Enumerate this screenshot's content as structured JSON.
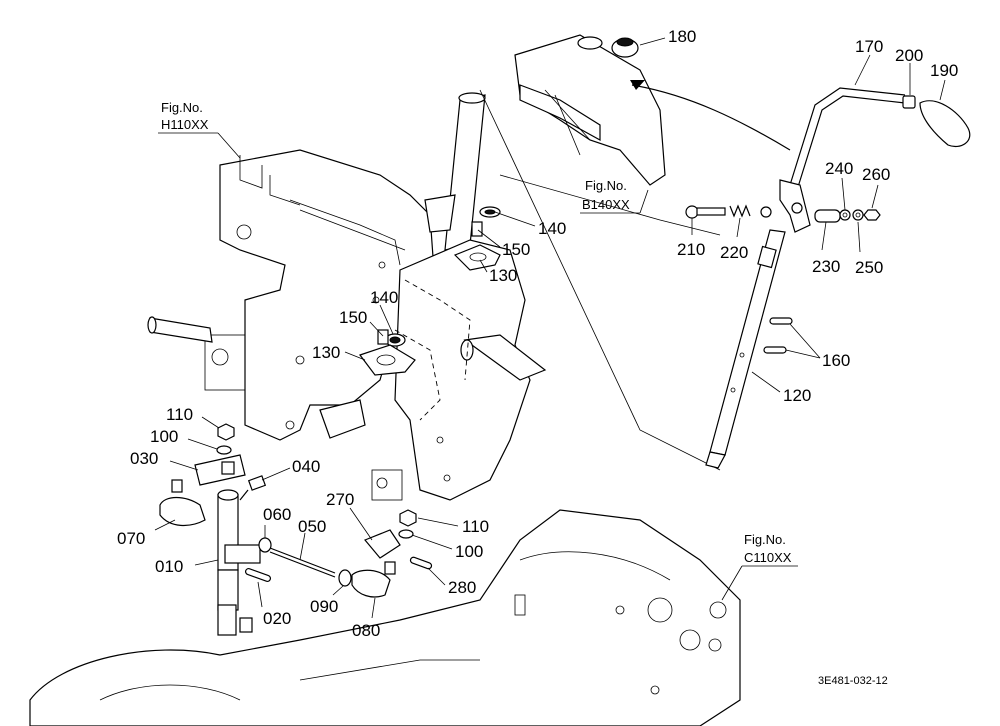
{
  "figure_code": "3E481-032-12",
  "fig_refs": [
    {
      "id": "h110",
      "line1": "Fig.No.",
      "line2": "H110XX"
    },
    {
      "id": "b140",
      "line1": "Fig.No.",
      "line2": "B140XX"
    },
    {
      "id": "c110",
      "line1": "Fig.No.",
      "line2": "C110XX"
    }
  ],
  "part_labels": [
    {
      "id": "p180",
      "text": "180"
    },
    {
      "id": "p170",
      "text": "170"
    },
    {
      "id": "p200",
      "text": "200"
    },
    {
      "id": "p190",
      "text": "190"
    },
    {
      "id": "p240",
      "text": "240"
    },
    {
      "id": "p260",
      "text": "260"
    },
    {
      "id": "p140a",
      "text": "140"
    },
    {
      "id": "p150a",
      "text": "150"
    },
    {
      "id": "p130a",
      "text": "130"
    },
    {
      "id": "p210",
      "text": "210"
    },
    {
      "id": "p220",
      "text": "220"
    },
    {
      "id": "p230",
      "text": "230"
    },
    {
      "id": "p250",
      "text": "250"
    },
    {
      "id": "p140b",
      "text": "140"
    },
    {
      "id": "p150b",
      "text": "150"
    },
    {
      "id": "p130b",
      "text": "130"
    },
    {
      "id": "p160",
      "text": "160"
    },
    {
      "id": "p120",
      "text": "120"
    },
    {
      "id": "p110a",
      "text": "110"
    },
    {
      "id": "p100a",
      "text": "100"
    },
    {
      "id": "p030",
      "text": "030"
    },
    {
      "id": "p040",
      "text": "040"
    },
    {
      "id": "p070",
      "text": "070"
    },
    {
      "id": "p060",
      "text": "060"
    },
    {
      "id": "p050",
      "text": "050"
    },
    {
      "id": "p270",
      "text": "270"
    },
    {
      "id": "p110b",
      "text": "110"
    },
    {
      "id": "p100b",
      "text": "100"
    },
    {
      "id": "p010",
      "text": "010"
    },
    {
      "id": "p280",
      "text": "280"
    },
    {
      "id": "p090",
      "text": "090"
    },
    {
      "id": "p080",
      "text": "080"
    },
    {
      "id": "p020",
      "text": "020"
    }
  ]
}
